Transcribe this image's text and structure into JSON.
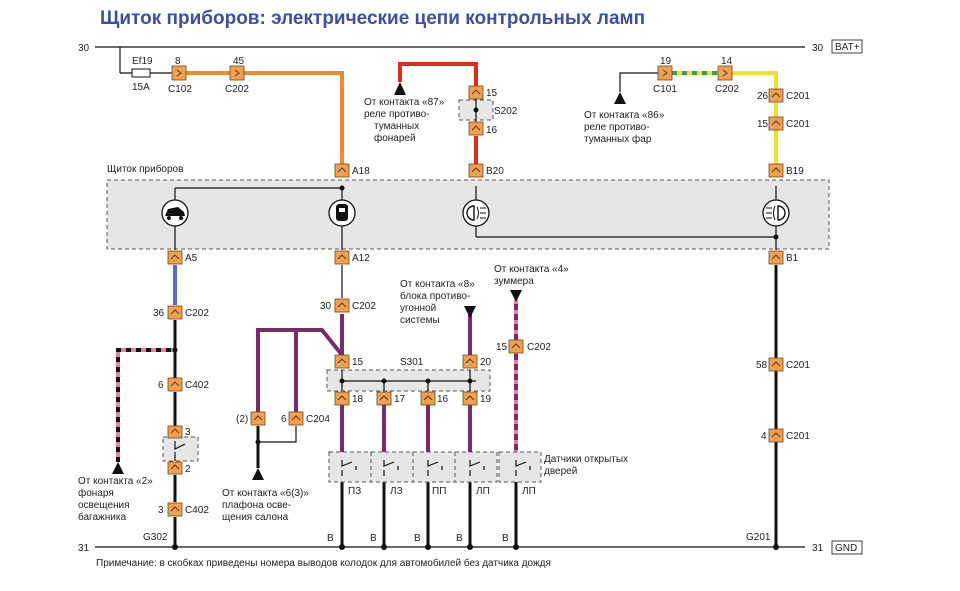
{
  "title": "Щиток приборов: электрические цепи контрольных ламп",
  "rails": {
    "top_left_num": "30",
    "top_right_num": "30",
    "top_right_label": "BAT+",
    "bottom_left_num": "31",
    "bottom_right_num": "31",
    "bottom_right_label": "GND"
  },
  "fuse": {
    "name": "Ef19",
    "rating": "15A"
  },
  "connectors": {
    "c102_pin": "8",
    "c102": "C102",
    "c202a_pin": "45",
    "c202a": "C202",
    "c101_pin": "19",
    "c101": "C101",
    "c202b_pin": "14",
    "c202b": "C202",
    "s202_top": "15",
    "s202": "S202",
    "s202_bot": "16",
    "c201a_pin": "26",
    "c201a": "C201",
    "c201b_pin": "15",
    "c201b": "C201",
    "a18": "A18",
    "b20": "B20",
    "b19": "B19",
    "a5": "A5",
    "a12": "A12",
    "b1": "B1",
    "c202c_pin": "36",
    "c202c": "C202",
    "c202d_pin": "30",
    "c202d": "C202",
    "c402a_pin": "6",
    "c402a": "C402",
    "sw_top": "3",
    "sw_bot": "2",
    "c402b_pin": "3",
    "c402b": "C402",
    "c204_left": "(2)",
    "c204_right": "6",
    "c204": "C204",
    "s301": "S301",
    "s301_left": "15",
    "s301_right": "20",
    "s301_p1": "18",
    "s301_p2": "17",
    "s301_p3": "16",
    "s301_p4": "19",
    "c202e_pin": "15",
    "c202e": "C202",
    "c201c_pin": "58",
    "c201c": "C201",
    "c201d_pin": "4",
    "c201d": "C201",
    "g302": "G302",
    "g201": "G201"
  },
  "labels": {
    "panel": "Щиток приборов",
    "relay87": [
      "От контакта «87»",
      "реле противо-",
      "туманных",
      "фонарей"
    ],
    "relay86": [
      "От контакта «86»",
      "реле противо-",
      "туманных фар"
    ],
    "block8": [
      "От контакта «8»",
      "блока противо-",
      "угонной",
      "системы"
    ],
    "buzzer4": [
      "От контакта «4»",
      "зуммера"
    ],
    "trunk": [
      "От контакта «2»",
      "фонаря",
      "освещения",
      "багажника"
    ],
    "dome": [
      "От контакта «6(3)»",
      "плафона осве-",
      "щения салона"
    ],
    "door_sensors": [
      "Датчики открытых",
      "дверей"
    ],
    "switches": [
      "ПЗ",
      "ЛЗ",
      "ПП",
      "ЛП",
      "ЛП"
    ],
    "ground_b": "B"
  },
  "note": "Примечание: в скобках приведены номера выводов колодок для автомобилей без датчика дождя",
  "colors": {
    "orange": "#f08a2e",
    "red": "#e02a1a",
    "yellow": "#f2e22a",
    "green": "#3aa03a",
    "purple": "#7a2a6a",
    "blue": "#5a6ad0",
    "pink": "#f07aa8",
    "black": "#111111"
  }
}
